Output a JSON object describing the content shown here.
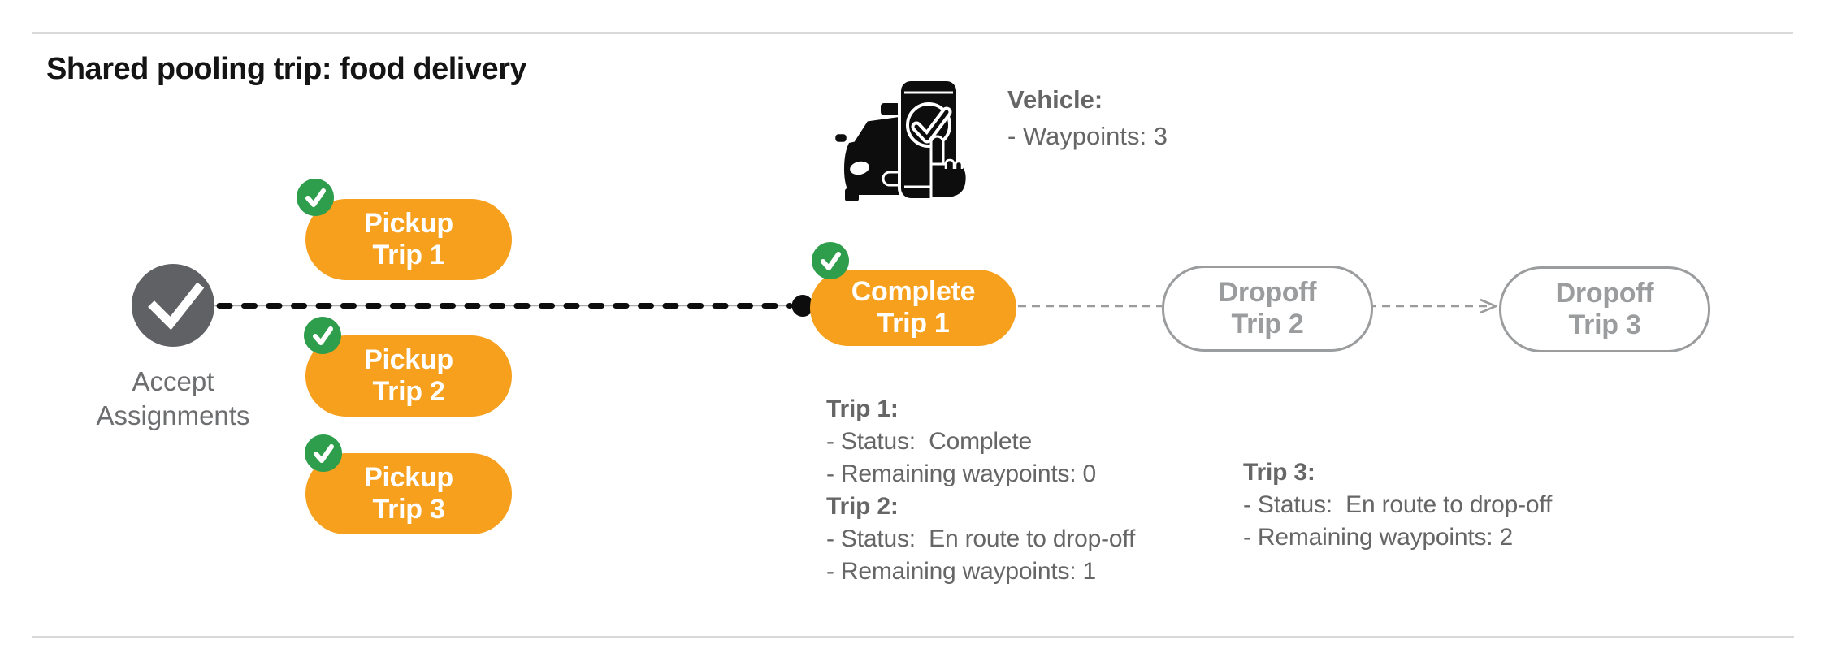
{
  "title": "Shared pooling trip: food delivery",
  "vehicle_info": {
    "icon": "car-phone-check-icon",
    "heading": "Vehicle:",
    "detail": "- Waypoints: 3"
  },
  "start_node": {
    "icon": "check-icon",
    "label_line1": "Accept",
    "label_line2": "Assignments"
  },
  "nodes": [
    {
      "id": "pickup-trip-1",
      "line1": "Pickup",
      "line2": "Trip 1",
      "status": "completed",
      "badge": "check-badge"
    },
    {
      "id": "pickup-trip-2",
      "line1": "Pickup",
      "line2": "Trip 2",
      "status": "completed",
      "badge": "check-badge"
    },
    {
      "id": "pickup-trip-3",
      "line1": "Pickup",
      "line2": "Trip 3",
      "status": "completed",
      "badge": "check-badge"
    },
    {
      "id": "complete-trip-1",
      "line1": "Complete",
      "line2": "Trip 1",
      "status": "current",
      "badge": "check-badge"
    },
    {
      "id": "dropoff-trip-2",
      "line1": "Dropoff",
      "line2": "Trip 2",
      "status": "upcoming",
      "badge": null
    },
    {
      "id": "dropoff-trip-3",
      "line1": "Dropoff",
      "line2": "Trip 3",
      "status": "upcoming",
      "badge": null
    }
  ],
  "status_blocks": {
    "left": [
      {
        "heading": "Trip 1:",
        "lines": [
          "- Status:  Complete",
          "- Remaining waypoints: 0"
        ]
      },
      {
        "heading": "Trip 2:",
        "lines": [
          "- Status:  En route to drop-off",
          "- Remaining waypoints: 1"
        ]
      }
    ],
    "right": [
      {
        "heading": "Trip 3:",
        "lines": [
          "- Status:  En route to drop-off",
          "- Remaining waypoints: 2"
        ]
      }
    ]
  },
  "colors": {
    "orange": "#F6A01E",
    "green": "#2E9E4C",
    "dark_gray_node": "#606164",
    "label_gray": "#6D6E70",
    "body_text_gray": "#666666",
    "upcoming_gray": "#9A9C9E",
    "connector_black": "#0D0D0D",
    "hairline_gray": "#D9D9D9"
  }
}
